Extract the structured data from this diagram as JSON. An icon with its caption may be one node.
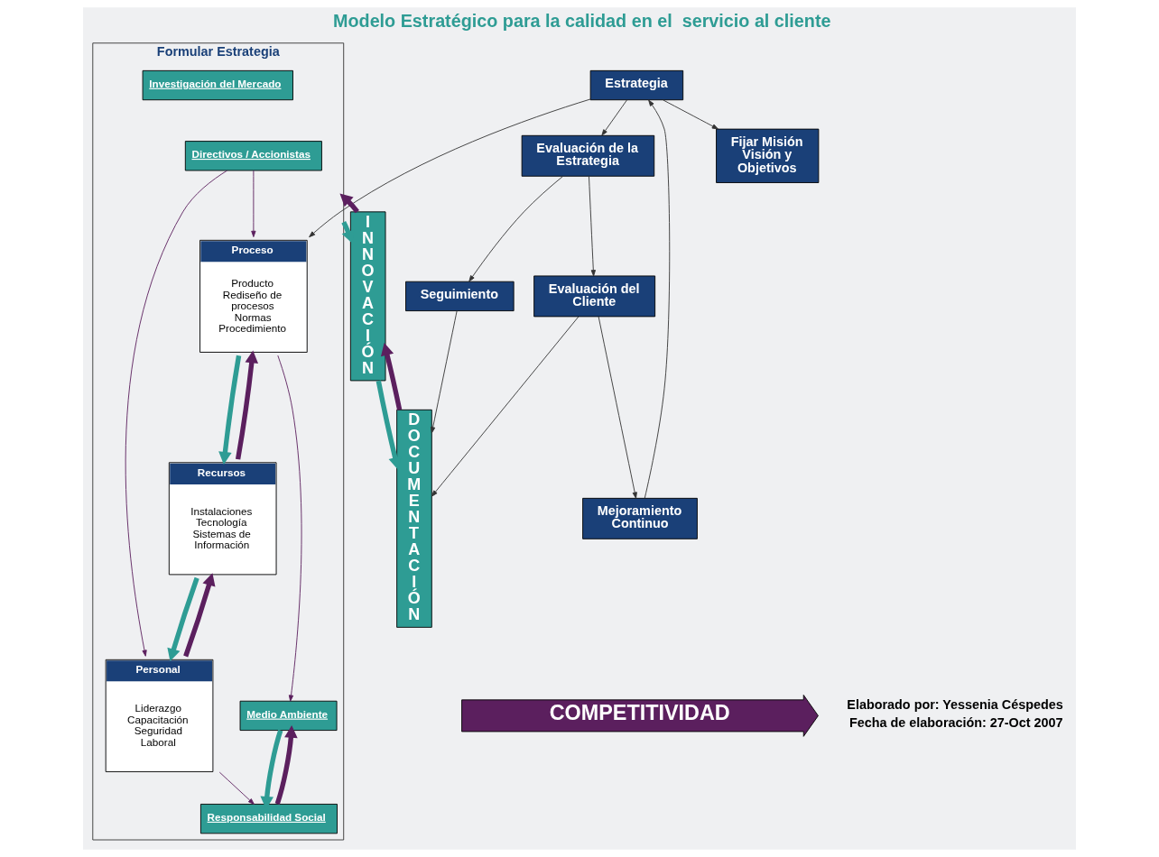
{
  "diagram": {
    "title": "Modelo Estratégico para la calidad en el  servicio al cliente",
    "nodes": [
      {
        "text": [
          "Estrategia"
        ]
      },
      {
        "text": [
          "Evaluación de la Estrategia"
        ]
      },
      {
        "text": [
          "Seguimiento"
        ]
      },
      {
        "text": [
          "Fijar Misión Visión y Objetivos"
        ]
      },
      {
        "text": [
          "Formular Estrategia"
        ]
      },
      {
        "text": [
          "Directivos / Accionistas"
        ],
        "in": 4
      },
      {
        "text": [
          "Investigación del Mercado"
        ],
        "in": 4
      },
      {
        "text": [
          "Proceso",
          "Producto Rediseño de procesos Normas Procedimiento"
        ],
        "in": 4
      },
      {
        "text": [
          "Recursos",
          "Instalaciones Tecnología Sistemas de Información"
        ],
        "in": 4
      },
      {
        "text": [
          "Personal",
          "Liderazgo Capacitación Seguridad Laboral"
        ],
        "in": 4
      },
      {
        "text": [
          "Medio Ambiente"
        ],
        "in": 4
      },
      {
        "text": [
          "Responsabilidad Social"
        ],
        "in": 4
      },
      {
        "text": [
          "INNOVACIÓN"
        ]
      },
      {
        "text": [
          "DOCUMENTACIÓN"
        ]
      },
      {
        "text": [
          "Evaluación del Cliente"
        ]
      },
      {
        "text": [
          "Mejoramiento Continuo"
        ]
      },
      {
        "text": [
          "COMPETITIVIDAD"
        ]
      }
    ],
    "edges": [
      {
        "from": 0,
        "to": 1,
        "arrow": "to"
      },
      {
        "from": 0,
        "to": 3,
        "arrow": "to"
      },
      {
        "from": 0,
        "to": 7,
        "arrow": "to"
      },
      {
        "from": 1,
        "to": 2,
        "arrow": "to"
      },
      {
        "from": 1,
        "to": 14,
        "arrow": "to"
      },
      {
        "from": 2,
        "to": 13,
        "arrow": "to"
      },
      {
        "from": 14,
        "to": 13,
        "arrow": "to"
      },
      {
        "from": 14,
        "to": 15,
        "arrow": "to"
      },
      {
        "from": 15,
        "to": 0,
        "arrow": "to"
      },
      {
        "from": 5,
        "to": 7,
        "arrow": "to",
        "color": "#5b1f5e"
      },
      {
        "from": 5,
        "to": 9,
        "arrow": "to",
        "color": "#5b1f5e"
      },
      {
        "from": 7,
        "to": 8,
        "arrow": "to",
        "style": "thick",
        "color": "#2e9c94"
      },
      {
        "from": 8,
        "to": 7,
        "arrow": "to",
        "style": "thick",
        "color": "#5b1f5e"
      },
      {
        "from": 8,
        "to": 9,
        "arrow": "to",
        "style": "thick",
        "color": "#2e9c94"
      },
      {
        "from": 9,
        "to": 8,
        "arrow": "to",
        "style": "thick",
        "color": "#5b1f5e"
      },
      {
        "from": 7,
        "to": 10,
        "arrow": "to",
        "color": "#5b1f5e"
      },
      {
        "from": 9,
        "to": 11,
        "arrow": "to",
        "color": "#5b1f5e"
      },
      {
        "from": 10,
        "to": 11,
        "arrow": "to",
        "style": "thick",
        "color": "#2e9c94"
      },
      {
        "from": 11,
        "to": 10,
        "arrow": "to",
        "style": "thick",
        "color": "#5b1f5e"
      },
      {
        "from": 4,
        "to": 12,
        "arrow": "to",
        "style": "thick",
        "color": "#2e9c94"
      },
      {
        "from": 12,
        "to": 4,
        "arrow": "to",
        "style": "thick",
        "color": "#5b1f5e"
      },
      {
        "from": 12,
        "to": 13,
        "arrow": "to",
        "style": "thick",
        "color": "#2e9c94"
      },
      {
        "from": 13,
        "to": 12,
        "arrow": "to",
        "style": "thick",
        "color": "#5b1f5e"
      }
    ],
    "labels": [
      "Elaborado por: Yessenia Céspedes",
      "Fecha de elaboración: 27-Oct 2007"
    ]
  }
}
